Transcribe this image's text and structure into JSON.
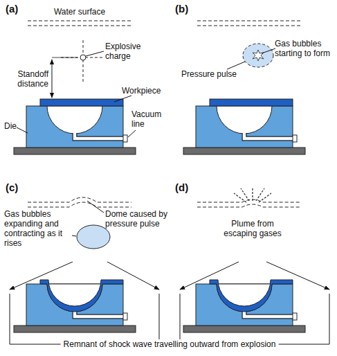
{
  "diagram": {
    "labels": [
      "(a)",
      "Water surface",
      "Explosive charge",
      "Standoff distance",
      "Workpiece",
      "Die",
      "Vacuum line",
      "(b)",
      "Gas bubbles starting to form",
      "Pressure pulse",
      "(c)",
      "Gas bubbles expanding and contracting as it rises",
      "Dome caused by pressure pulse",
      "(d)",
      "Plume from escaping gases",
      "Remnant of shock wave travelling outward from explosion"
    ]
  }
}
